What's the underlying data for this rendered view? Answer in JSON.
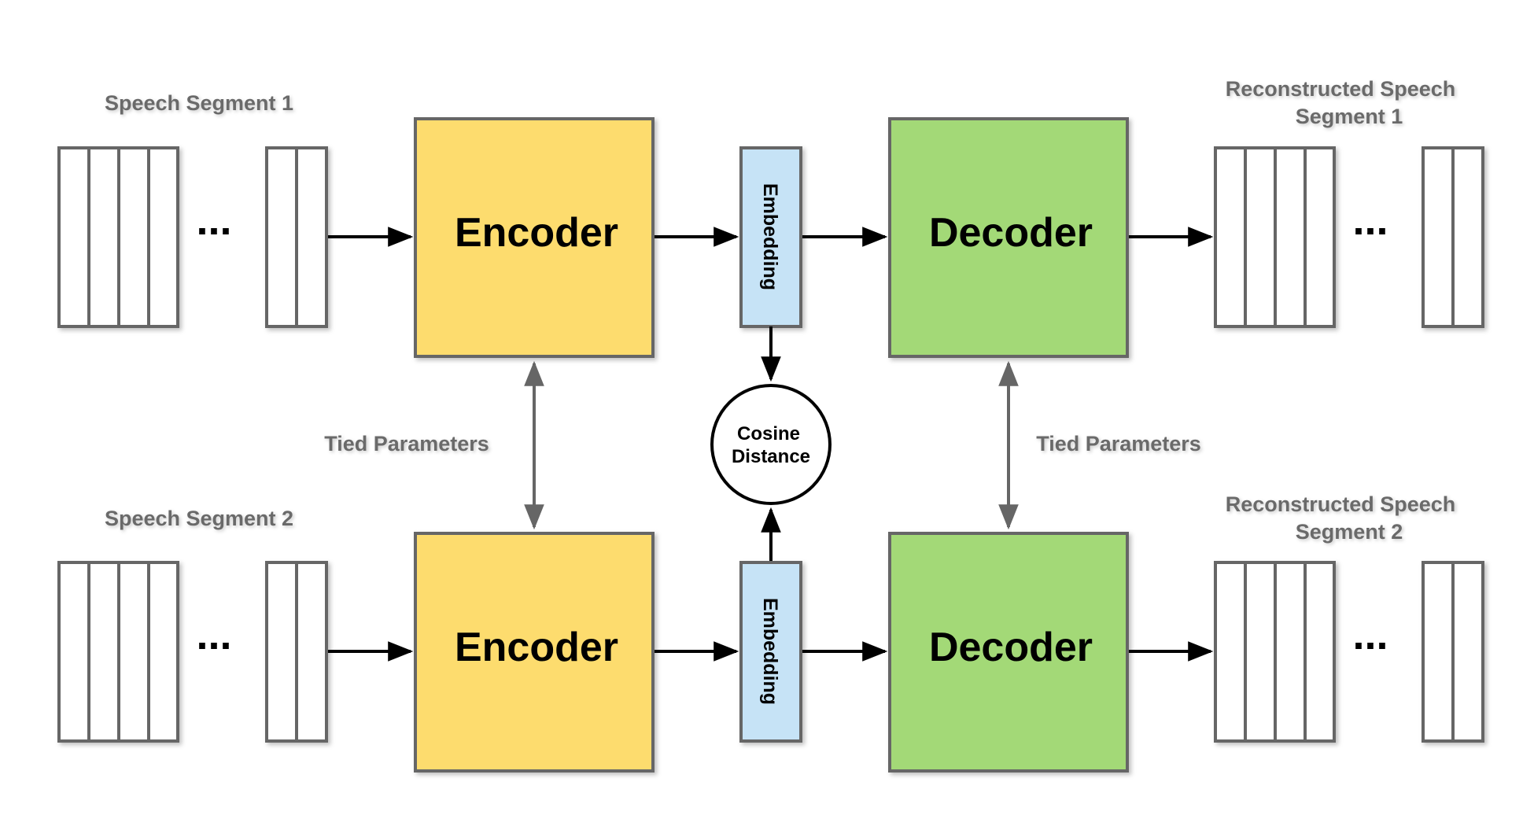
{
  "colors": {
    "encoder_fill": "#fddc6e",
    "decoder_fill": "#a3d977",
    "embedding_fill": "#c6e3f6",
    "border": "#666666",
    "arrow_dark": "#000000",
    "arrow_grey": "#666666",
    "label_grey": "#6b6b6b"
  },
  "top": {
    "input_label": "Speech Segment 1",
    "encoder_label": "Encoder",
    "embedding_label": "Embedding",
    "decoder_label": "Decoder",
    "output_label_line1": "Reconstructed Speech",
    "output_label_line2": "Segment 1",
    "ellipsis_in": "...",
    "ellipsis_out": "..."
  },
  "bottom": {
    "input_label": "Speech Segment 2",
    "encoder_label": "Encoder",
    "embedding_label": "Embedding",
    "decoder_label": "Decoder",
    "output_label_line1": "Reconstructed Speech",
    "output_label_line2": "Segment 2",
    "ellipsis_in": "...",
    "ellipsis_out": "..."
  },
  "tied_left": "Tied Parameters",
  "tied_right": "Tied Parameters",
  "cosine_line1": "Cosine",
  "cosine_line2": "Distance"
}
